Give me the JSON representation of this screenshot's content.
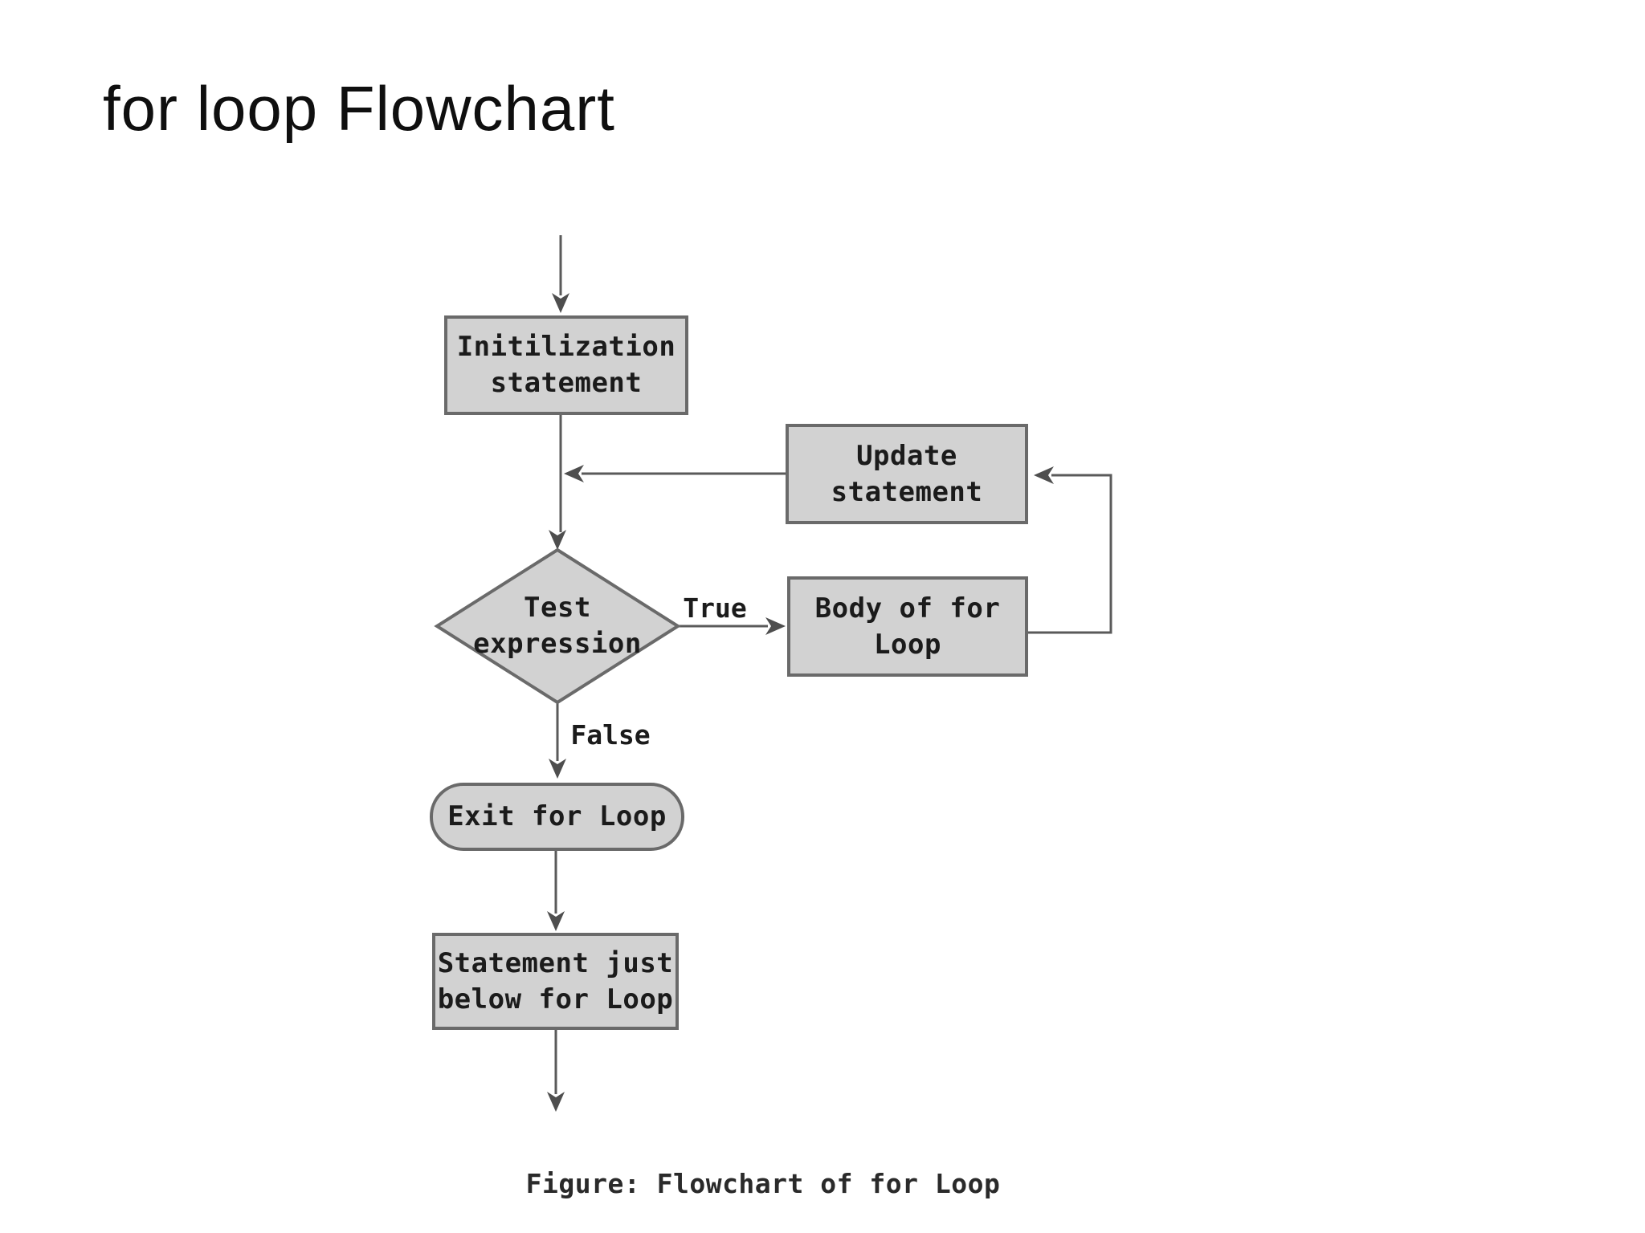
{
  "slide": {
    "title": "for loop Flowchart"
  },
  "flowchart": {
    "caption": "Figure: Flowchart of for Loop",
    "colors": {
      "node_fill": "#d2d2d2",
      "node_border": "#6a6a6a",
      "connector": "#5a5a5a",
      "arrowhead": "#4e4e4e",
      "node_text": "#1b1b1b",
      "title_text": "#0f0f0f",
      "background": "#ffffff"
    },
    "nodes": {
      "init": {
        "type": "process",
        "line1": "Initilization",
        "line2": "statement"
      },
      "update": {
        "type": "process",
        "line1": "Update",
        "line2": "statement"
      },
      "test": {
        "type": "decision",
        "line1": "Test",
        "line2": "expression"
      },
      "body": {
        "type": "process",
        "line1": "Body of for",
        "line2": "Loop"
      },
      "exit": {
        "type": "terminator",
        "label": "Exit for Loop"
      },
      "below": {
        "type": "process",
        "line1": "Statement just",
        "line2": "below for Loop"
      }
    },
    "edges": {
      "true_label": "True",
      "false_label": "False"
    }
  }
}
